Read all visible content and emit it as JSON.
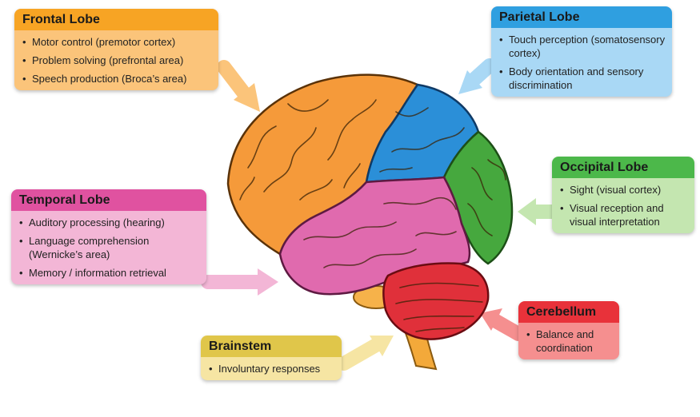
{
  "lobes": {
    "frontal": {
      "title": "Frontal Lobe",
      "items": [
        "Motor control (premotor cortex)",
        "Problem solving (prefrontal area)",
        "Speech production (Broca’s area)"
      ],
      "header_color": "#f7a424",
      "body_color": "#fbc47a",
      "region_color": "#f59a3a"
    },
    "parietal": {
      "title": "Parietal Lobe",
      "items": [
        "Touch perception (somatosensory cortex)",
        "Body orientation and sensory discrimination"
      ],
      "header_color": "#2f9fe0",
      "body_color": "#a9d8f5",
      "region_color": "#2b8fd8"
    },
    "occipital": {
      "title": "Occipital Lobe",
      "items": [
        "Sight (visual cortex)",
        "Visual reception and visual interpretation"
      ],
      "header_color": "#4cb84a",
      "body_color": "#c4e6b0",
      "region_color": "#46a83e"
    },
    "temporal": {
      "title": "Temporal Lobe",
      "items": [
        "Auditory processing (hearing)",
        "Language comprehension (Wernicke’s area)",
        "Memory / information retrieval"
      ],
      "header_color": "#e052a0",
      "body_color": "#f3b6d6",
      "region_color": "#e06aae"
    },
    "cerebellum": {
      "title": "Cerebellum",
      "items": [
        "Balance and coordination"
      ],
      "header_color": "#e8323a",
      "body_color": "#f58f8f",
      "region_color": "#e0303a"
    },
    "brainstem": {
      "title": "Brainstem",
      "items": [
        "Involuntary responses"
      ],
      "header_color": "#e0c64a",
      "body_color": "#f6e5a3",
      "region_color": "#f3a93a"
    }
  }
}
